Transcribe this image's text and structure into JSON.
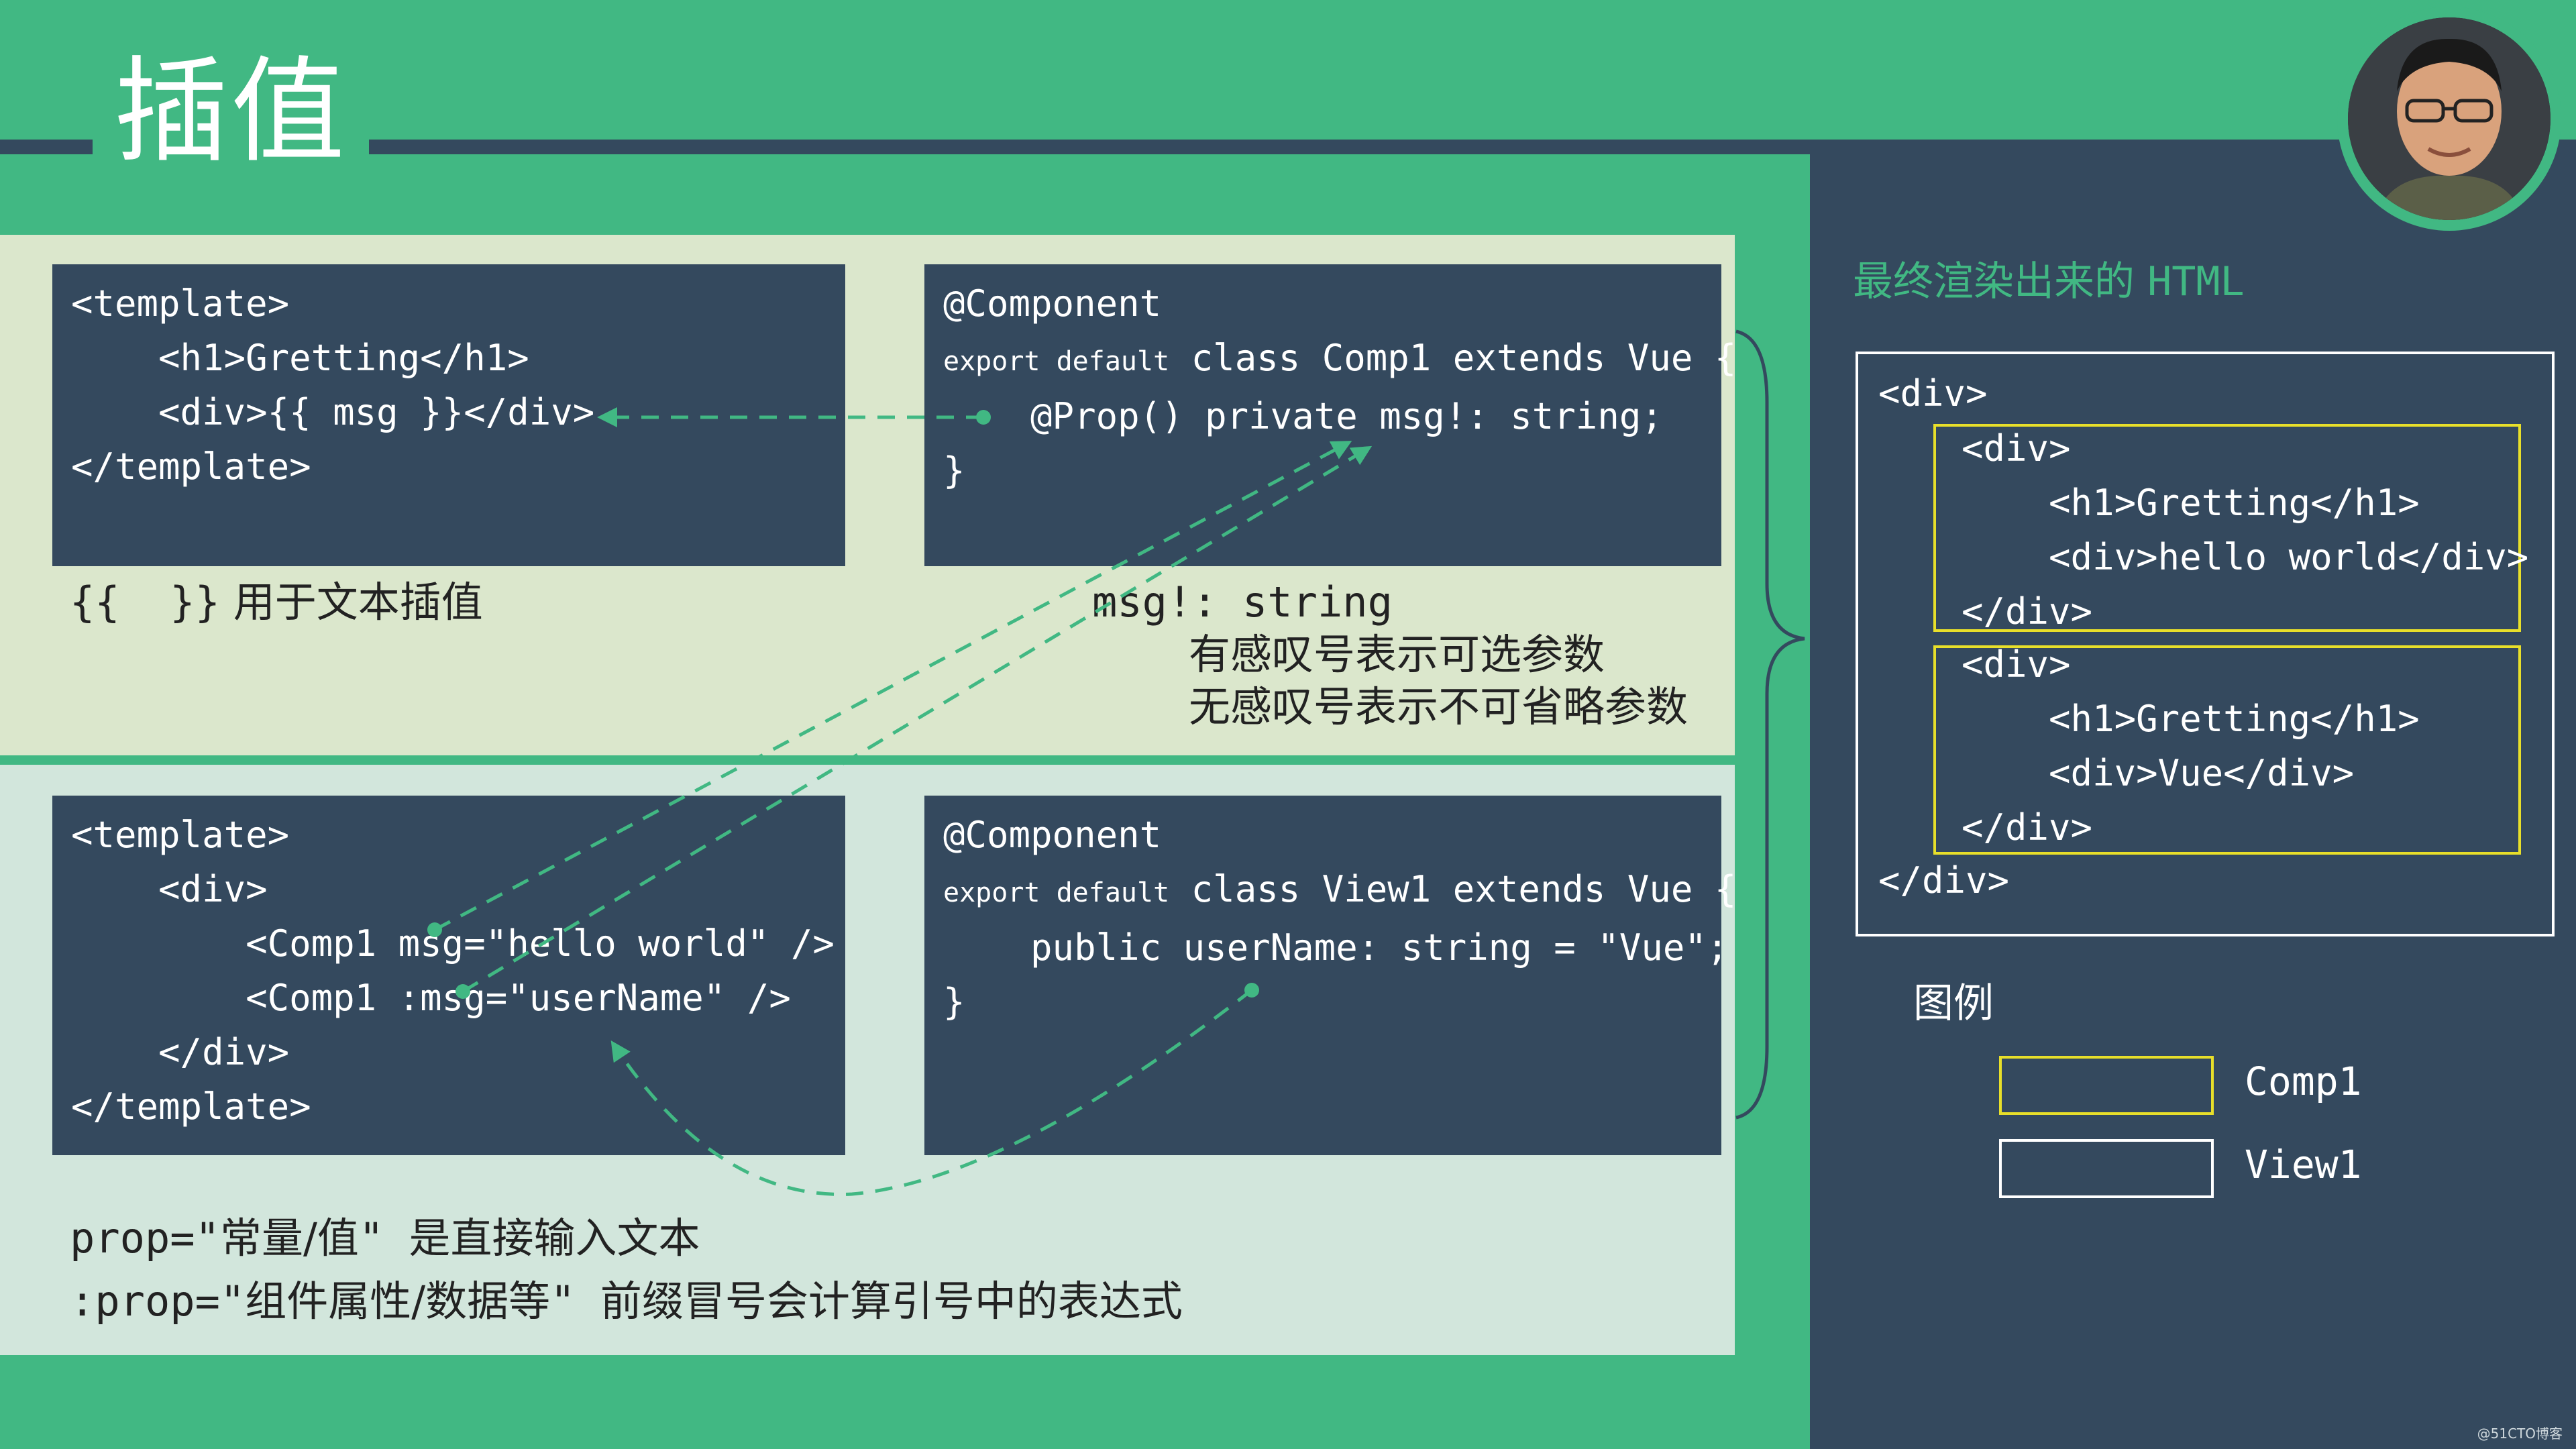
{
  "slide": {
    "title": "插值",
    "credit": "@51CTO博客"
  },
  "comp1_template": {
    "lines": [
      "<template>",
      "    <h1>Gretting</h1>",
      "    <div>{{ msg }}</div>",
      "</template>"
    ]
  },
  "comp1_class": {
    "decorator": "@Component",
    "export_kw": "export default",
    "class_decl": " class Comp1 extends Vue {",
    "prop_line": "    @Prop() private msg!: string;",
    "close": "}"
  },
  "note_interpolation": {
    "braces": "{{  }}",
    "text": "用于文本插值"
  },
  "note_msg": {
    "title": "msg!: string",
    "line1": "有感叹号表示可选参数",
    "line2": "无感叹号表示不可省略参数"
  },
  "view1_template": {
    "lines": [
      "<template>",
      "    <div>",
      "        <Comp1 msg=\"hello world\" />",
      "        <Comp1 :msg=\"userName\" />",
      "    </div>",
      "</template>"
    ]
  },
  "view1_class": {
    "decorator": "@Component",
    "export_kw": "export default",
    "class_decl": " class View1 extends Vue {",
    "field_line": "    public userName: string = \"Vue\";",
    "close": "}"
  },
  "note_prop": {
    "line1_code": "prop=\"",
    "line1_a": "常量/值",
    "line1_b": "\" ",
    "line1_c": "是直接输入文本",
    "line2_code": ":prop=\"",
    "line2_a": "组件属性/数据等",
    "line2_b": "\" ",
    "line2_c": "前缀冒号会计算引号中的表达式"
  },
  "rendered_html": {
    "heading_cn": "最终渲染出来的",
    "heading_en": "HTML",
    "outer_open": "<div>",
    "block1": [
      "<div>",
      "    <h1>Gretting</h1>",
      "    <div>hello world</div>",
      "</div>"
    ],
    "block2": [
      "<div>",
      "    <h1>Gretting</h1>",
      "    <div>Vue</div>",
      "</div>"
    ],
    "outer_close": "</div>"
  },
  "legend": {
    "title": "图例",
    "items": [
      {
        "label": "Comp1",
        "color": "#e8df2a"
      },
      {
        "label": "View1",
        "color": "#ffffff"
      }
    ]
  },
  "colors": {
    "accent_green": "#41b883",
    "dark_slate": "#34495e",
    "highlight_yellow": "#e8df2a"
  }
}
